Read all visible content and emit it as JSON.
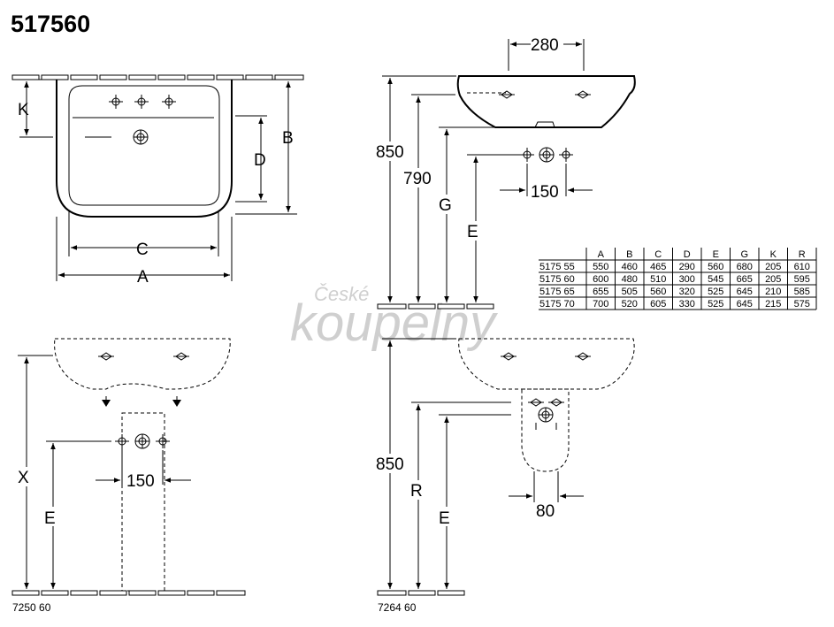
{
  "title": "517560",
  "watermark": {
    "line1": "České",
    "line2": "koupelny"
  },
  "front_view": {
    "dim_k": "K",
    "dim_b": "B",
    "dim_d": "D",
    "dim_c": "C",
    "dim_a": "A"
  },
  "side_view": {
    "dim_280": "280",
    "dim_850": "850",
    "dim_790": "790",
    "dim_g": "G",
    "dim_e": "E",
    "dim_150": "150"
  },
  "pedestal_front": {
    "dim_x": "X",
    "dim_e": "E",
    "dim_150": "150",
    "code": "7250 60"
  },
  "pedestal_side": {
    "dim_850": "850",
    "dim_r": "R",
    "dim_e": "E",
    "dim_80": "80",
    "code": "7264 60"
  },
  "table": {
    "headers": [
      "A",
      "B",
      "C",
      "D",
      "E",
      "G",
      "K",
      "R"
    ],
    "rows": [
      {
        "model": "5175 55",
        "values": [
          "550",
          "460",
          "465",
          "290",
          "560",
          "680",
          "205",
          "610"
        ]
      },
      {
        "model": "5175 60",
        "values": [
          "600",
          "480",
          "510",
          "300",
          "545",
          "665",
          "205",
          "595"
        ]
      },
      {
        "model": "5175 65",
        "values": [
          "655",
          "505",
          "560",
          "320",
          "525",
          "645",
          "210",
          "585"
        ]
      },
      {
        "model": "5175 70",
        "values": [
          "700",
          "520",
          "605",
          "330",
          "525",
          "645",
          "215",
          "575"
        ]
      }
    ]
  }
}
